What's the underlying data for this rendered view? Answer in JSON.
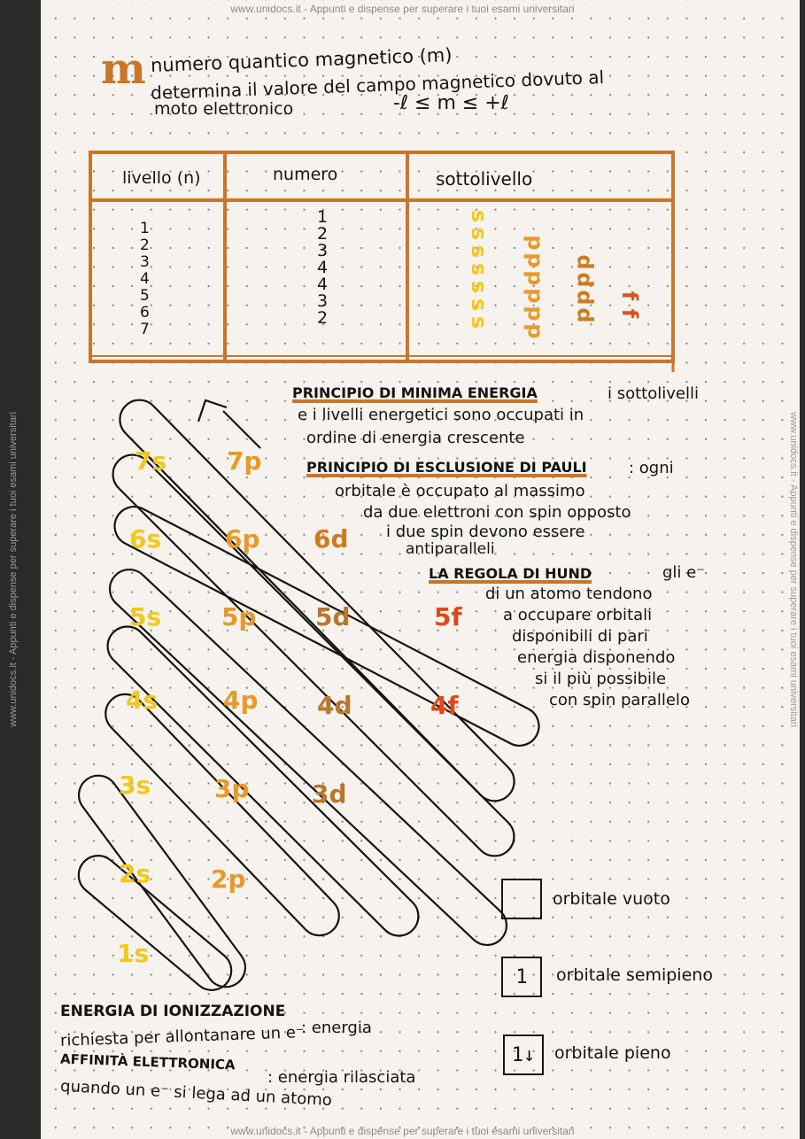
{
  "watermark": {
    "top": "www.unidocs.it - Appunti e dispense per superare i tuoi esami universitari",
    "bottom": "www.unidocs.it - Appunti e dispense per superare i tuoi esami universitari",
    "side": "www.unidocs.it - Appunti e dispense per superare i tuoi esami universitari"
  },
  "intro": {
    "letter": "m",
    "line1": "numero quantico magnetico (m)",
    "line2": "determina il valore del campo magnetico dovuto al",
    "line3": "moto elettronico",
    "formula": "-ℓ ≤ m ≤ +ℓ"
  },
  "table": {
    "headers": [
      "livello (n)",
      "numero",
      "sottolivello"
    ],
    "levels": [
      "1",
      "2",
      "3",
      "4",
      "5",
      "6",
      "7"
    ],
    "numbers": [
      "1",
      "2",
      "3",
      "4",
      "4",
      "3",
      "2"
    ],
    "sublevel_columns": [
      {
        "letter": "s",
        "count": 7,
        "color": "#f2c81c"
      },
      {
        "letter": "p",
        "count": 6,
        "color": "#e69a2a"
      },
      {
        "letter": "d",
        "count": 4,
        "color": "#cf7a1f"
      },
      {
        "letter": "f",
        "count": 2,
        "color": "#d9541f"
      }
    ]
  },
  "orbitals": [
    {
      "label": "7s",
      "color": "#f2c81c"
    },
    {
      "label": "7p",
      "color": "#e69a2a"
    },
    {
      "label": "6s",
      "color": "#f2c81c"
    },
    {
      "label": "6p",
      "color": "#e69a2a"
    },
    {
      "label": "6d",
      "color": "#cf7a1f"
    },
    {
      "label": "5s",
      "color": "#f2c81c"
    },
    {
      "label": "5p",
      "color": "#e69a2a"
    },
    {
      "label": "5d",
      "color": "#b7772c"
    },
    {
      "label": "5f",
      "color": "#dc4a1c"
    },
    {
      "label": "4s",
      "color": "#f2c81c"
    },
    {
      "label": "4p",
      "color": "#e69a2a"
    },
    {
      "label": "4d",
      "color": "#b7772c"
    },
    {
      "label": "4f",
      "color": "#dc4a1c"
    },
    {
      "label": "3s",
      "color": "#f2c81c"
    },
    {
      "label": "3p",
      "color": "#e69a2a"
    },
    {
      "label": "3d",
      "color": "#b7772c"
    },
    {
      "label": "2s",
      "color": "#f2c81c"
    },
    {
      "label": "2p",
      "color": "#e69a2a"
    },
    {
      "label": "1s",
      "color": "#f2c81c"
    }
  ],
  "principles": {
    "min_energy_title": "PRINCIPIO DI MINIMA ENERGIA",
    "min_energy_line1": "i sottolivelli",
    "min_energy_line2": "e i livelli energetici sono occupati in",
    "min_energy_line3": "ordine di energia crescente",
    "pauli_title": "PRINCIPIO DI ESCLUSIONE DI PAULI",
    "pauli_line1": ": ogni",
    "pauli_line2": "orbitale è occupato al massimo",
    "pauli_line3": "da due elettroni con spin opposto",
    "pauli_line4": "i due spin devono essere",
    "pauli_line5": "antiparalleli",
    "hund_title": "LA REGOLA DI HUND",
    "hund_line1": "gli e⁻",
    "hund_line2": "di un atomo tendono",
    "hund_line3": "a occupare orbitali",
    "hund_line4": "disponibili di pari",
    "hund_line5": "energia disponendo",
    "hund_line6": "si il più possibile",
    "hund_line7": "con spin parallelo"
  },
  "legend": [
    {
      "symbol": "",
      "text": "orbitale vuoto"
    },
    {
      "symbol": "1",
      "text": "orbitale semipieno"
    },
    {
      "symbol": "1↓",
      "text": "orbitale pieno"
    }
  ],
  "bottom": {
    "ion_title": "ENERGIA DI IONIZZAZIONE",
    "ion_line1": ": energia",
    "ion_line2": "richiesta per allontanare un e⁻",
    "aff_title": "AFFINITÀ ELETTRONICA",
    "aff_line1": ": energia rilasciata",
    "aff_line2": "quando un e⁻ si lega ad un atomo"
  }
}
